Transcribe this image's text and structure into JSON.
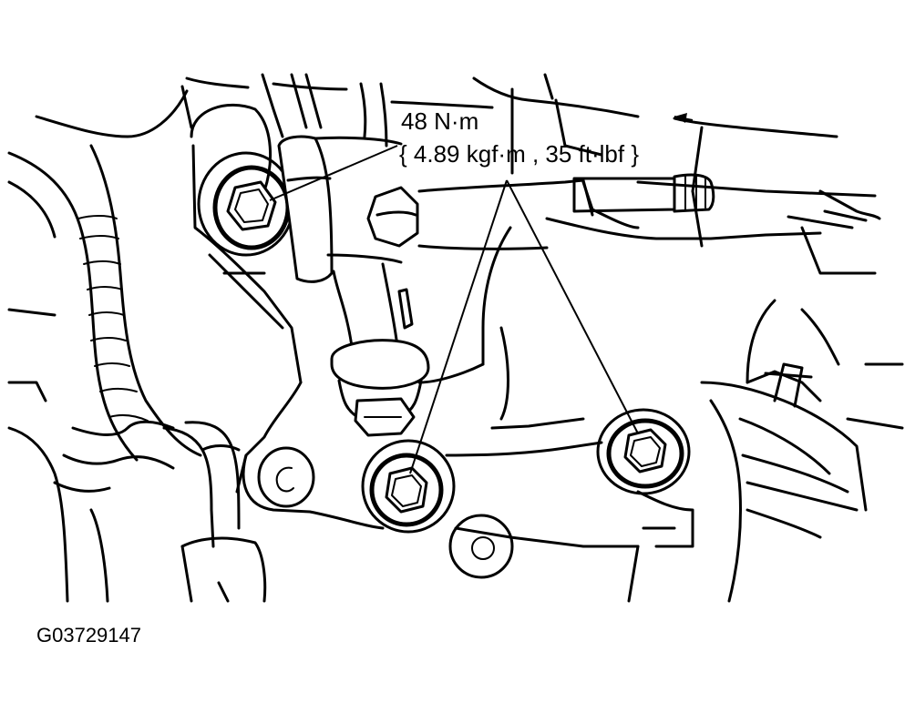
{
  "annotation": {
    "torque_nm": "48 N·m",
    "torque_alt": "{ 4.89 kgf·m , 35 ft·lbf }"
  },
  "figure": {
    "code": "G03729147"
  },
  "colors": {
    "ink": "#000000",
    "paper": "#ffffff"
  }
}
